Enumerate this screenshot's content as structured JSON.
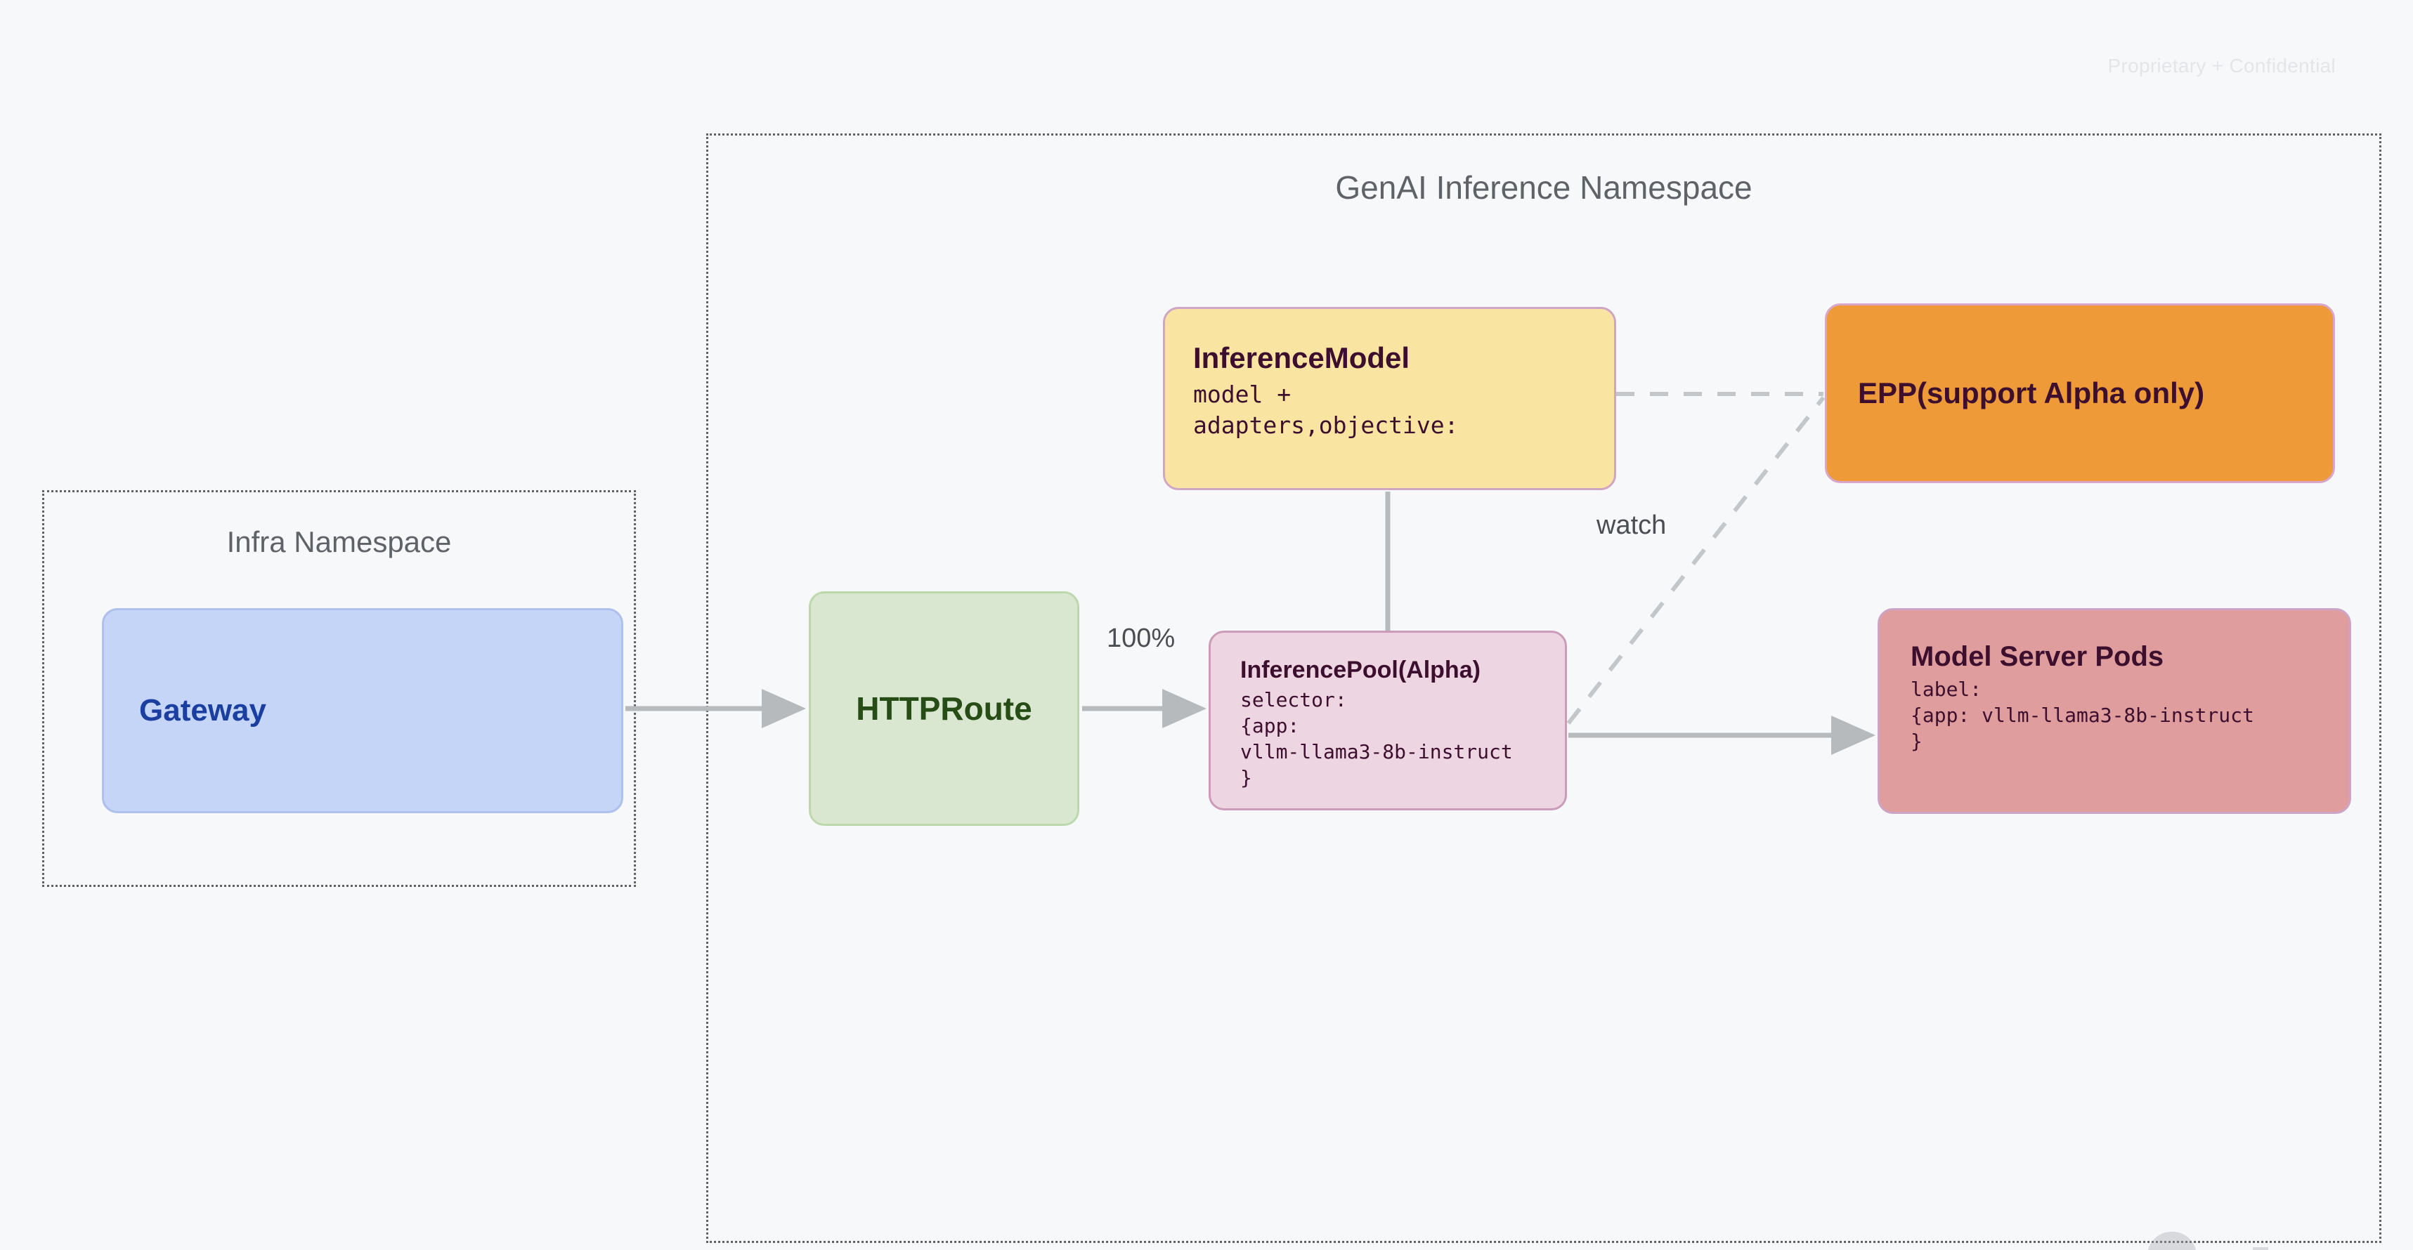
{
  "watermark": "Proprietary + Confidential",
  "namespaces": [
    {
      "id": "infra",
      "title": "Infra Namespace"
    },
    {
      "id": "genai",
      "title": "GenAI Inference Namespace"
    }
  ],
  "nodes": {
    "gateway": {
      "title": "Gateway",
      "sub": "",
      "fill": "#c5d5f7",
      "stroke": "#aec0ec",
      "text": "#1a3fa0"
    },
    "httproute": {
      "title": "HTTPRoute",
      "sub": "",
      "fill": "#d9e7d0",
      "stroke": "#bed8ae",
      "text": "#274d16"
    },
    "inferencemodel": {
      "title": "InferenceModel",
      "sub": "model +\nadapters,objective:",
      "fill": "#fae4a2",
      "stroke": "#cfa5c4",
      "text": "#3d0f2e"
    },
    "inferencepool": {
      "title": "InferencePool(Alpha)",
      "sub": "selector:\n{app:\nvllm-llama3-8b-instruct\n}",
      "fill": "#eed5e2",
      "stroke": "#cb9cb9",
      "text": "#3d0f2e"
    },
    "epp": {
      "title": "EPP(support Alpha only)",
      "sub": "",
      "fill": "#ef9a38",
      "stroke": "#d8a6c8",
      "text": "#3d0f2e"
    },
    "modelserverpods": {
      "title": "Model Server Pods",
      "sub": "label:\n{app: vllm-llama3-8b-instruct\n}",
      "fill": "#df9d9d",
      "stroke": "#cda4c6",
      "text": "#3d0f2e"
    }
  },
  "edges": {
    "traffic_split_label": "100%",
    "watch_label": "watch"
  },
  "colors": {
    "background": "#f7f8fa",
    "arrow": "#b6babd",
    "dashed_border": "#5f6368",
    "namespace_title": "#5f6368",
    "watermark": "#e3e5e8"
  }
}
